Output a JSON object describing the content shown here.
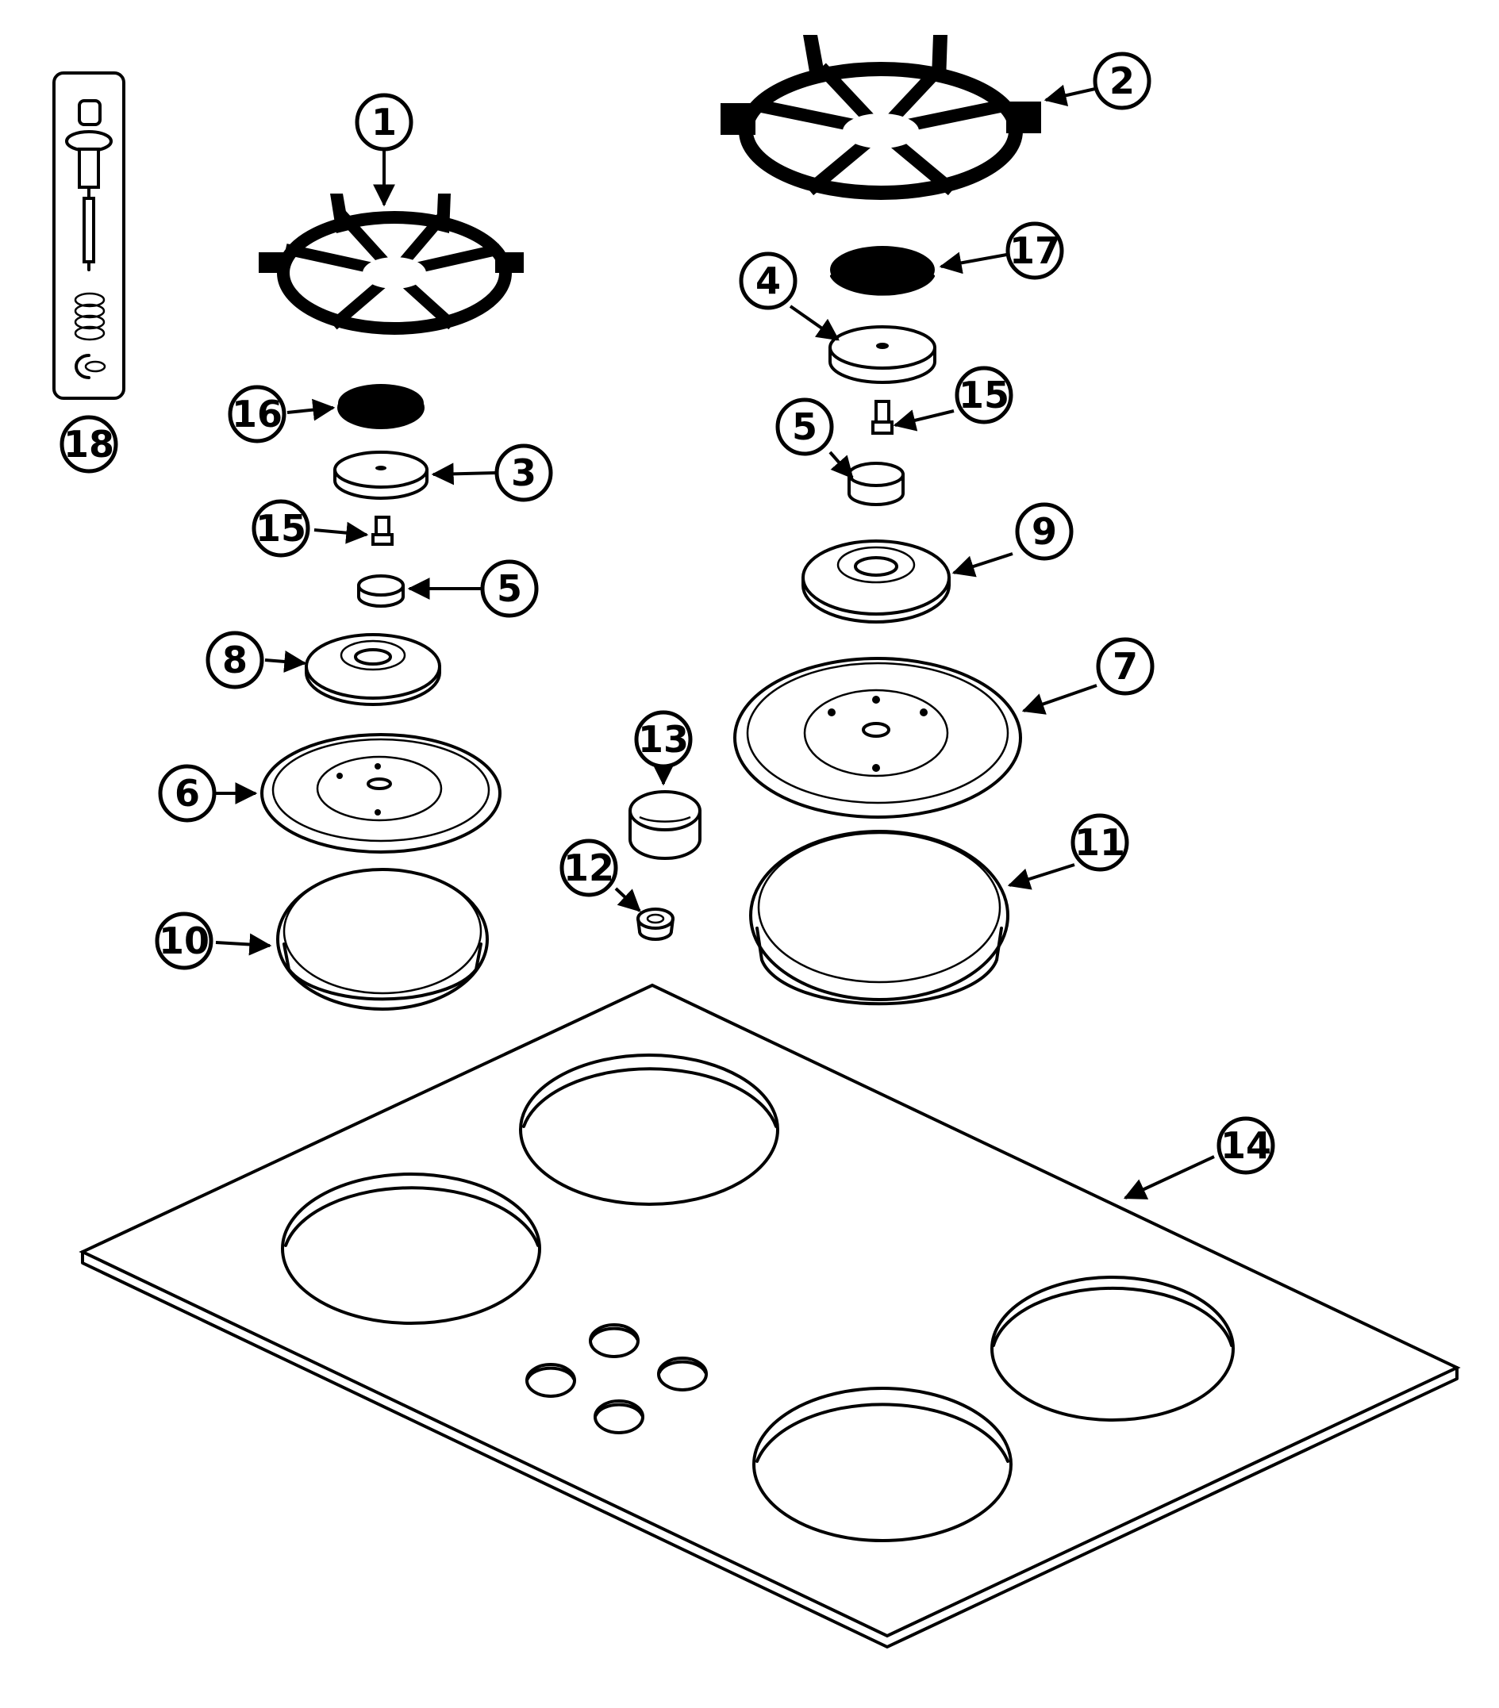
{
  "diagram": {
    "callouts": [
      "1",
      "2",
      "3",
      "4",
      "5",
      "5",
      "6",
      "7",
      "8",
      "9",
      "10",
      "11",
      "12",
      "13",
      "14",
      "15",
      "15",
      "16",
      "17",
      "18"
    ]
  }
}
